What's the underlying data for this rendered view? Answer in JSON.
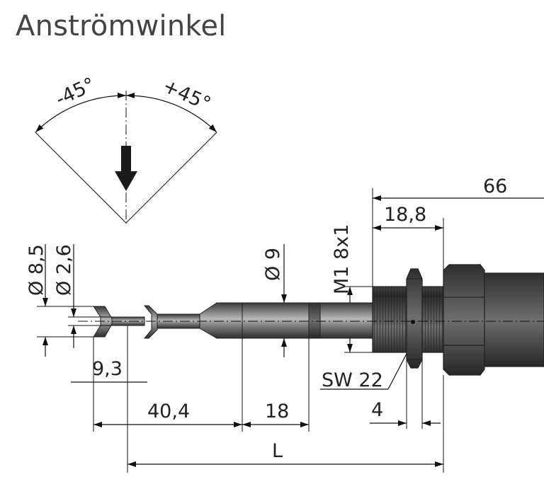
{
  "title": "Anströmwinkel",
  "angles": {
    "left": "-45°",
    "right": "+45°"
  },
  "dimensions": {
    "d_8_5": "Ø 8,5",
    "d_2_6": "Ø 2,6",
    "d_9": "Ø 9",
    "thread": "M1 8x1",
    "d_66": "66",
    "d_18_8": "18,8",
    "d_9_3": "9,3",
    "d_40_4": "40,4",
    "d_18": "18",
    "d_4": "4",
    "wrench": "SW 22",
    "L": "L"
  },
  "colors": {
    "ink": "#111111",
    "title": "#444444",
    "metal_dark": "#3a3a3a",
    "metal_mid": "#6e6e6e",
    "metal_light": "#b8b8b8"
  }
}
